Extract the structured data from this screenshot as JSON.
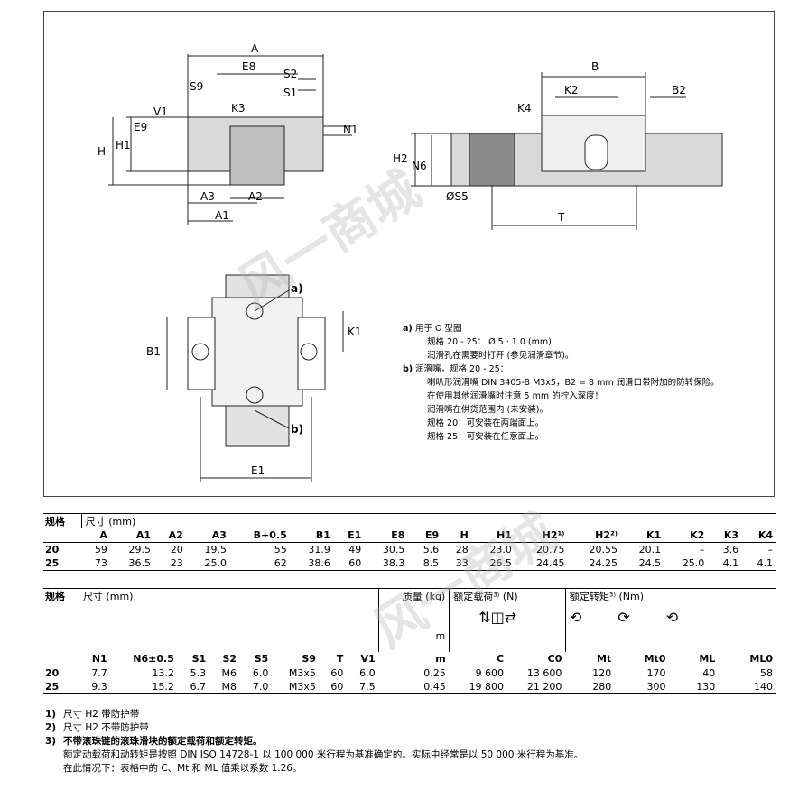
{
  "drawing_labels": {
    "A": "A",
    "E8": "E8",
    "S2": "S2",
    "S1": "S1",
    "S9": "S9",
    "V1": "V1",
    "K3": "K3",
    "E9": "E9",
    "N1": "N1",
    "H": "H",
    "H1": "H1",
    "A3": "A3",
    "A2": "A2",
    "A1": "A1",
    "B": "B",
    "K2": "K2",
    "B2": "B2",
    "K4": "K4",
    "H2": "H2",
    "N6": "N6",
    "S5": "ØS5",
    "T": "T",
    "a": "a)",
    "b": "b)",
    "K1": "K1",
    "B1": "B1",
    "E1": "E1"
  },
  "notes": {
    "a_label": "a)",
    "a_line1": "用于 O 型圈",
    "a_line2": "规格 20 - 25： Ø 5 · 1.0 (mm)",
    "a_line3": "润滑孔在需要时打开 (参见润滑章节)。",
    "b_label": "b)",
    "b_line1": "润滑嘴，规格 20 - 25：",
    "b_line2": "喇叭形润滑嘴 DIN 3405-B M3x5，B2 = 8 mm 润滑口带附加的防转保险。",
    "b_line3": "在使用其他润滑嘴时注意 5 mm 的拧入深度！",
    "b_line4": "润滑嘴在供货范围内 (未安装)。",
    "b_line5": "规格 20：可安装在两端面上。",
    "b_line6": "规格 25：可安装在任意面上。"
  },
  "table1": {
    "label_size": "规格",
    "label_dims": "尺寸 (mm)",
    "columns": [
      "A",
      "A1",
      "A2",
      "A3",
      "B+0.5",
      "B1",
      "E1",
      "E8",
      "E9",
      "H",
      "H1",
      "H2¹⁾",
      "H2²⁾",
      "K1",
      "K2",
      "K3",
      "K4"
    ],
    "rows": [
      {
        "size": "20",
        "values": [
          "59",
          "29.5",
          "20",
          "19.5",
          "55",
          "31.9",
          "49",
          "30.5",
          "5.6",
          "28",
          "23.0",
          "20.75",
          "20.55",
          "20.1",
          "–",
          "3.6",
          "–"
        ]
      },
      {
        "size": "25",
        "values": [
          "73",
          "36.5",
          "23",
          "25.0",
          "62",
          "38.6",
          "60",
          "38.3",
          "8.5",
          "33",
          "26.5",
          "24.45",
          "24.25",
          "24.5",
          "25.0",
          "4.1",
          "4.1"
        ]
      }
    ]
  },
  "table2": {
    "label_size": "规格",
    "label_dims": "尺寸 (mm)",
    "label_mass": "质量 (kg)",
    "label_load": "额定载荷³⁾ (N)",
    "label_torque": "额定转矩³⁾ (Nm)",
    "mass_unit": "m",
    "columns": [
      "N1",
      "N6±0.5",
      "S1",
      "S2",
      "S5",
      "S9",
      "T",
      "V1",
      "m",
      "C",
      "C0",
      "Mt",
      "Mt0",
      "ML",
      "ML0"
    ],
    "rows": [
      {
        "size": "20",
        "values": [
          "7.7",
          "13.2",
          "5.3",
          "M6",
          "6.0",
          "M3x5",
          "60",
          "6.0",
          "0.25",
          "9 600",
          "13 600",
          "120",
          "170",
          "40",
          "58"
        ]
      },
      {
        "size": "25",
        "values": [
          "9.3",
          "15.2",
          "6.7",
          "M8",
          "7.0",
          "M3x5",
          "60",
          "7.5",
          "0.45",
          "19 800",
          "21 200",
          "280",
          "300",
          "130",
          "140"
        ]
      }
    ]
  },
  "footnotes": {
    "n1": "1)",
    "t1": "尺寸 H2 带防护带",
    "n2": "2)",
    "t2": "尺寸 H2 不带防护带",
    "n3": "3)",
    "t3": "不带滚珠链的滚珠滑块的额定载荷和额定转矩。",
    "t3b": "额定动载荷和动转矩是按照 DIN ISO 14728-1 以 100 000 米行程为基准确定的。实际中经常是以 50 000 米行程为基准。",
    "t3c": "在此情况下：表格中的 C、Mt 和 ML 值乘以系数 1.26。"
  },
  "watermark": "风一商城"
}
